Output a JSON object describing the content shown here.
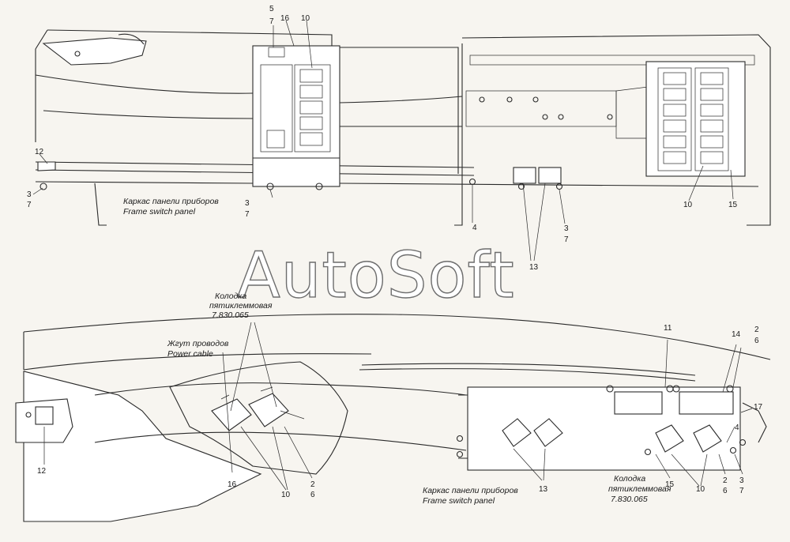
{
  "top_view": {
    "callouts": [
      "5",
      "7",
      "16",
      "10",
      "12",
      "3",
      "7",
      "3",
      "7",
      "4",
      "3",
      "7",
      "13",
      "10",
      "15"
    ],
    "frame_label_ru": "Каркас панели приборов",
    "frame_label_en": "Frame switch panel"
  },
  "watermark": "AutoSoft",
  "bottom_view": {
    "connector_label": [
      "Колодка",
      "пятиклеммовая",
      "7.830.065"
    ],
    "cable_label_ru": "Жгут проводов",
    "cable_label_en": "Power cable",
    "callouts": [
      "11",
      "14",
      "2",
      "6",
      "17",
      "4",
      "12",
      "16",
      "10",
      "2",
      "6",
      "13",
      "15",
      "10",
      "2",
      "6",
      "3",
      "7"
    ],
    "frame_label_ru": "Каркас панели приборов",
    "frame_label_en": "Frame switch panel",
    "connector_label_2": [
      "Колодка",
      "пятиклеммовая",
      "7.830.065"
    ]
  }
}
